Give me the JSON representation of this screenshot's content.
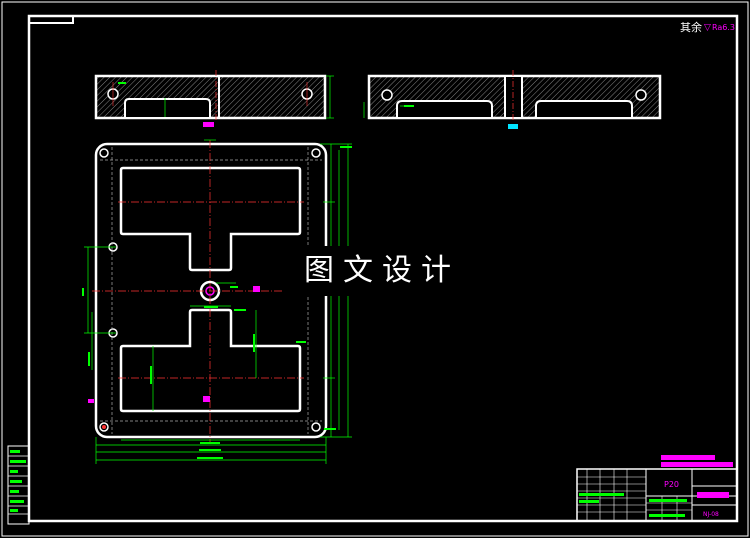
{
  "drawing": {
    "roughness_note": "其余",
    "roughness_symbol": "▽",
    "roughness_value": "Ra6.3",
    "part_code": "P20",
    "drawing_no": "NJ-08"
  },
  "watermark": "图文设计",
  "colors": {
    "background": "#000000",
    "line": "#ffffff",
    "center_line": "#ff3333",
    "dimension": "#00ff00",
    "magenta": "#ff00ff",
    "cyan": "#00e5ff"
  }
}
